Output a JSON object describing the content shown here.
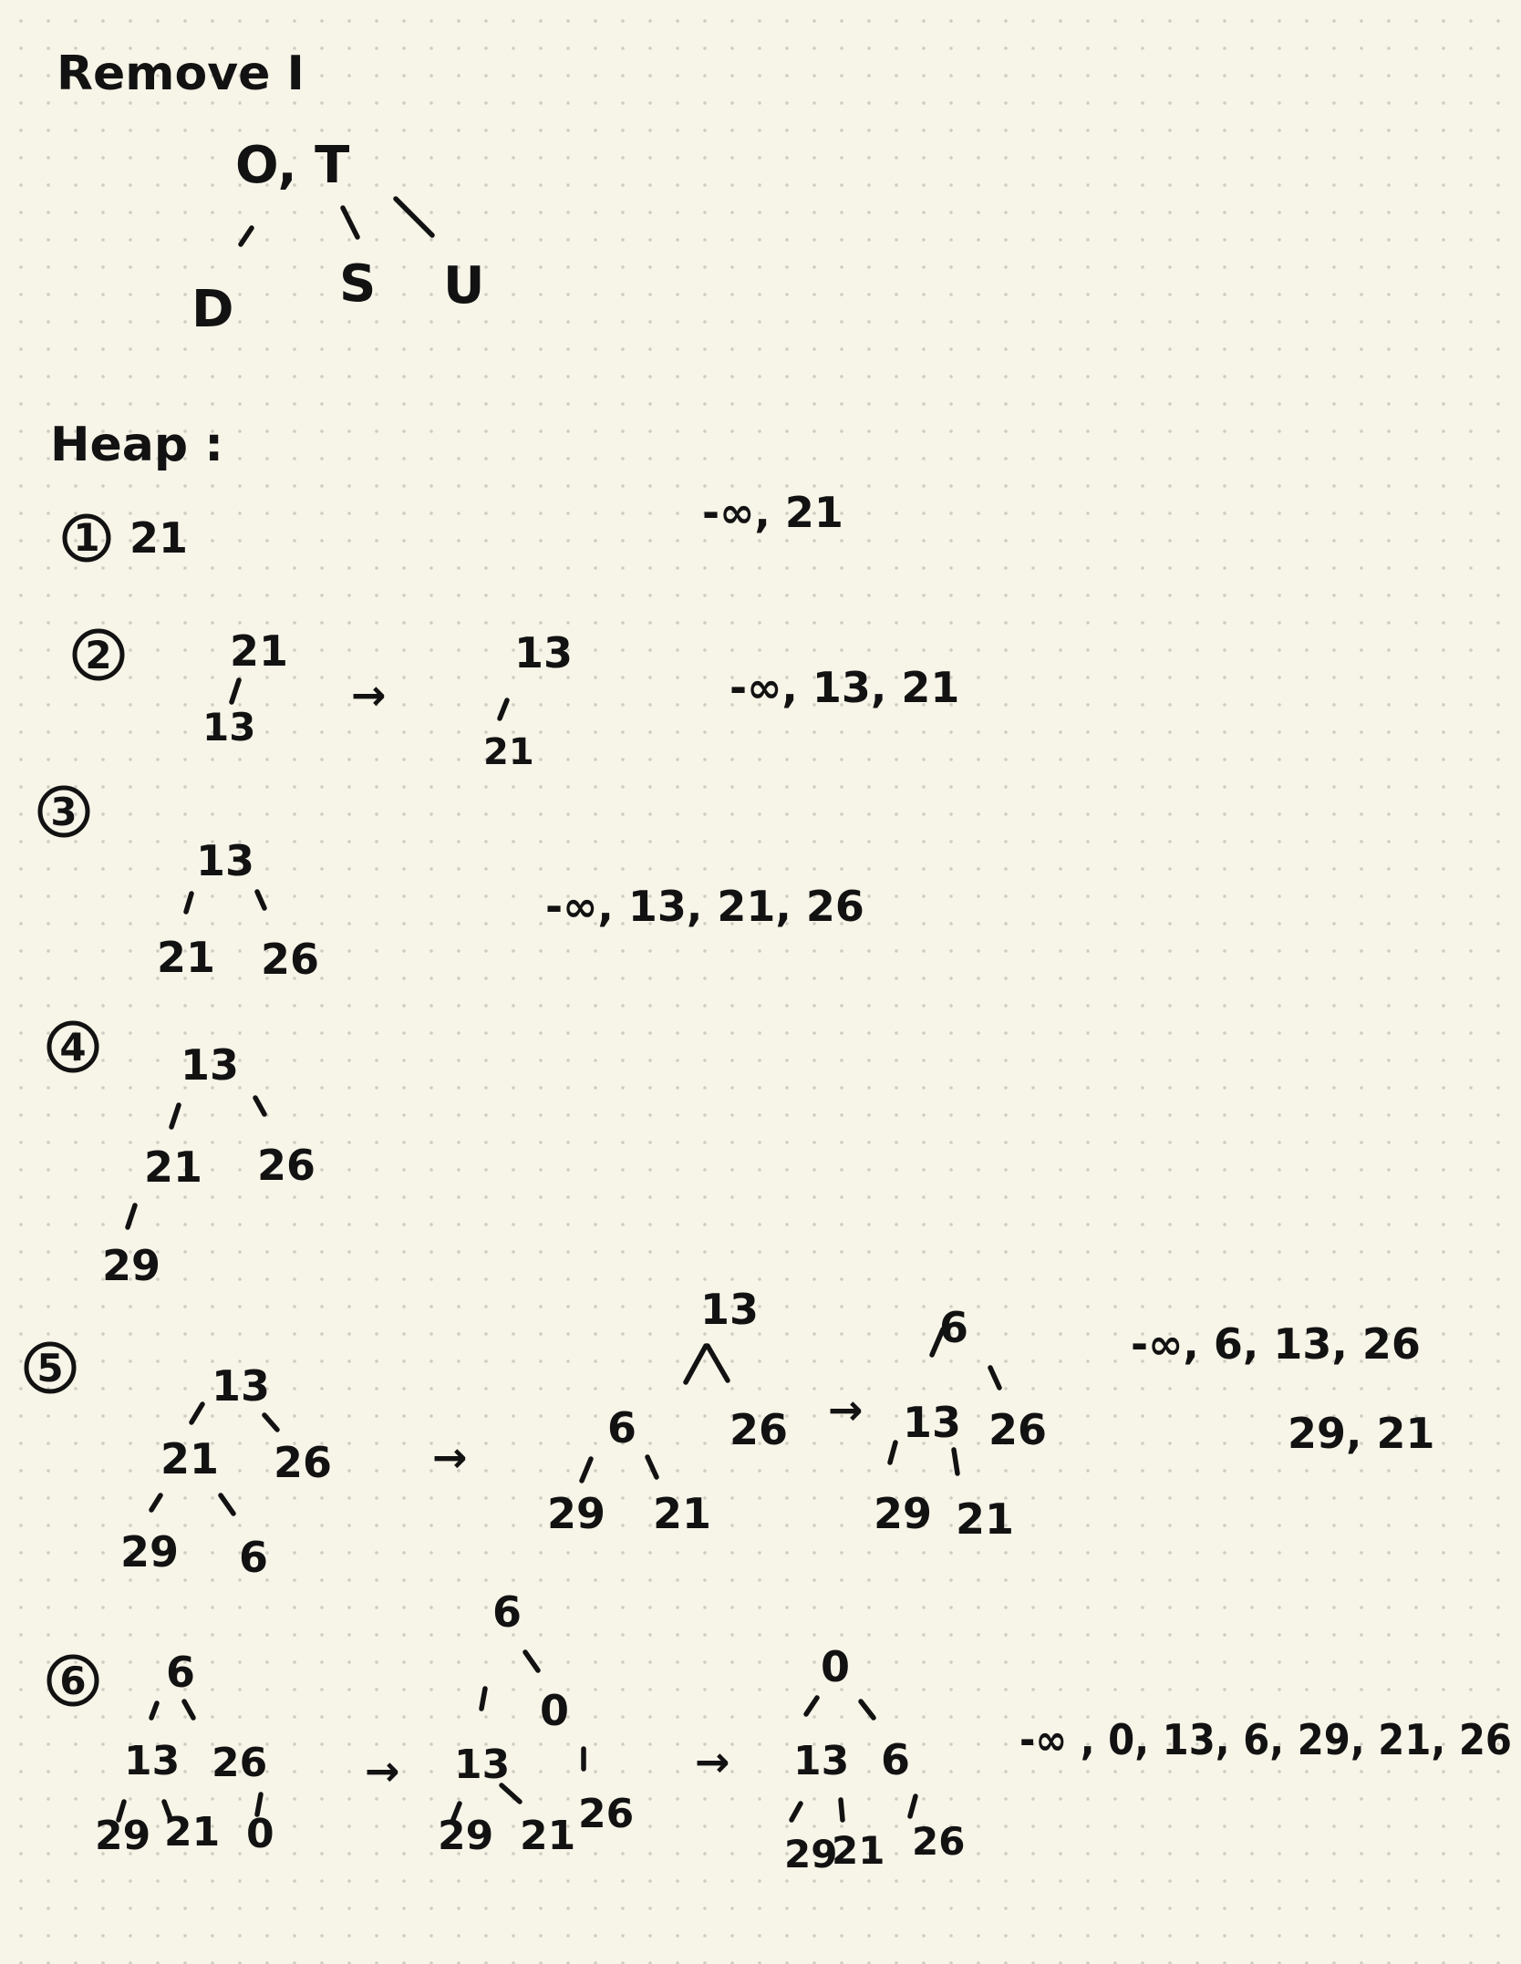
{
  "section_remove": {
    "heading": "Remove I",
    "root": "O, T",
    "children": [
      "D",
      "S",
      "U"
    ]
  },
  "heap_heading": "Heap :",
  "steps": [
    {
      "number": "1",
      "trees": [
        {
          "nodes": [
            "21"
          ]
        }
      ],
      "array": "-∞, 21"
    },
    {
      "number": "2",
      "trees": [
        {
          "nodes": [
            "21",
            "13"
          ]
        },
        {
          "nodes": [
            "13",
            "21"
          ]
        }
      ],
      "array": "-∞, 13, 21"
    },
    {
      "number": "3",
      "trees": [
        {
          "nodes": [
            "13",
            "21",
            "26"
          ]
        }
      ],
      "array": "-∞, 13, 21, 26"
    },
    {
      "number": "4",
      "trees": [
        {
          "nodes": [
            "13",
            "21",
            "26",
            "29"
          ]
        }
      ]
    },
    {
      "number": "5",
      "trees": [
        {
          "nodes": [
            "13",
            "21",
            "26",
            "29",
            "6"
          ]
        },
        {
          "nodes": [
            "13",
            "6",
            "26",
            "29",
            "21"
          ]
        },
        {
          "nodes": [
            "6",
            "13",
            "26",
            "29",
            "21"
          ]
        }
      ],
      "array": "-∞, 6, 13, 26",
      "array_cont": "29, 21"
    },
    {
      "number": "6",
      "trees": [
        {
          "nodes": [
            "6",
            "13",
            "26",
            "29",
            "21",
            "0"
          ]
        },
        {
          "nodes": [
            "6",
            "13",
            "0",
            "29",
            "21",
            "26"
          ]
        },
        {
          "nodes": [
            "0",
            "13",
            "6",
            "29",
            "21",
            "26"
          ]
        }
      ],
      "array": "-∞ , 0, 13, 6, 29, 21, 26"
    }
  ],
  "arrow_glyph": "→"
}
